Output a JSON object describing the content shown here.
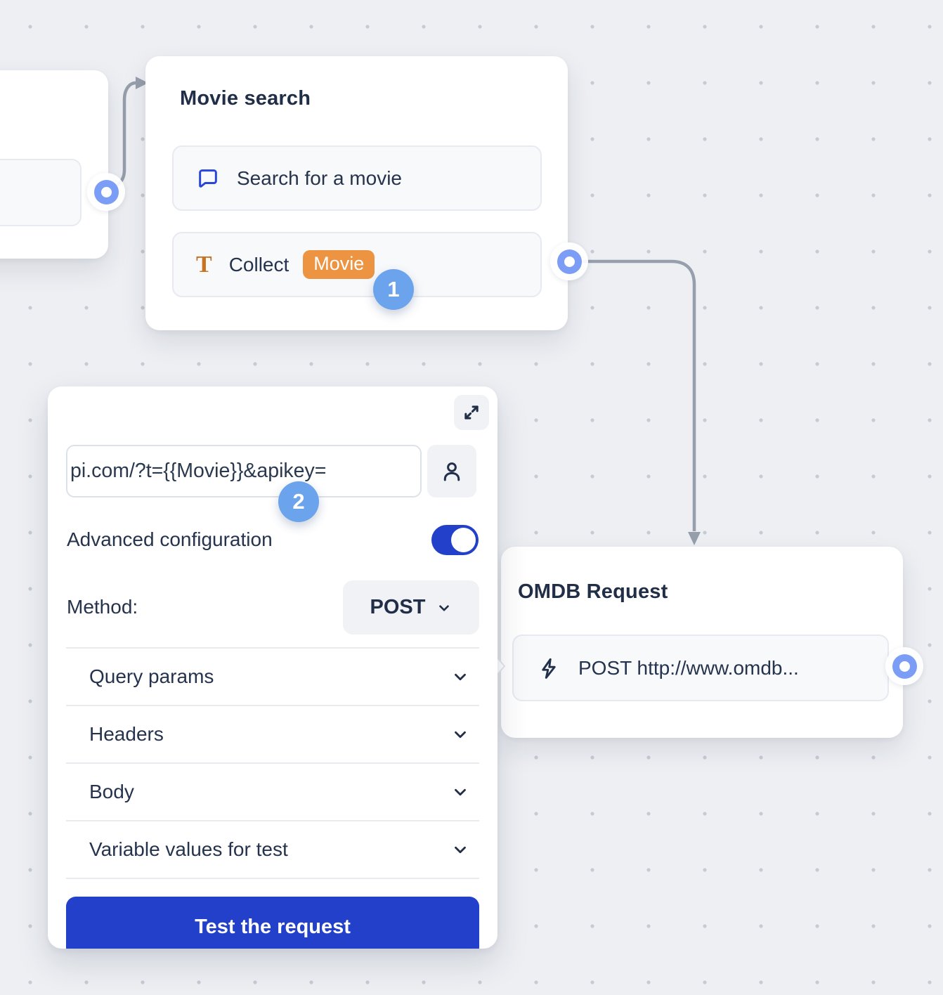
{
  "canvas": {
    "background": "#edeff3",
    "dot_color": "#c5cad6"
  },
  "colors": {
    "accent_blue": "#2240c9",
    "badge_blue": "#6ba3ec",
    "chip_orange": "#ed9443",
    "connector_gray": "#979eac",
    "port_ring_blue": "#7b9df6",
    "title_navy": "#212e47"
  },
  "nodes": {
    "movie_search": {
      "title": "Movie search",
      "item1_label": "Search for a movie",
      "item1_icon": "chat-bubble-icon",
      "item2_prefix": "Collect",
      "item2_chip": "Movie",
      "item2_icon": "text-input-icon",
      "step_badge": "1"
    },
    "omdb": {
      "title": "OMDB Request",
      "item_label": "POST http://www.omdb...",
      "item_icon": "lightning-bolt-icon"
    }
  },
  "panel": {
    "url_value": "pi.com/?t={{Movie}}&apikey=",
    "step_badge": "2",
    "advanced_label": "Advanced configuration",
    "advanced_toggle_on": true,
    "method_label": "Method:",
    "method_value": "POST",
    "sections": [
      "Query params",
      "Headers",
      "Body",
      "Variable values for test"
    ],
    "test_button_label": "Test the request",
    "icons": [
      "expand-icon",
      "person-icon",
      "chevron-down-icon"
    ]
  }
}
